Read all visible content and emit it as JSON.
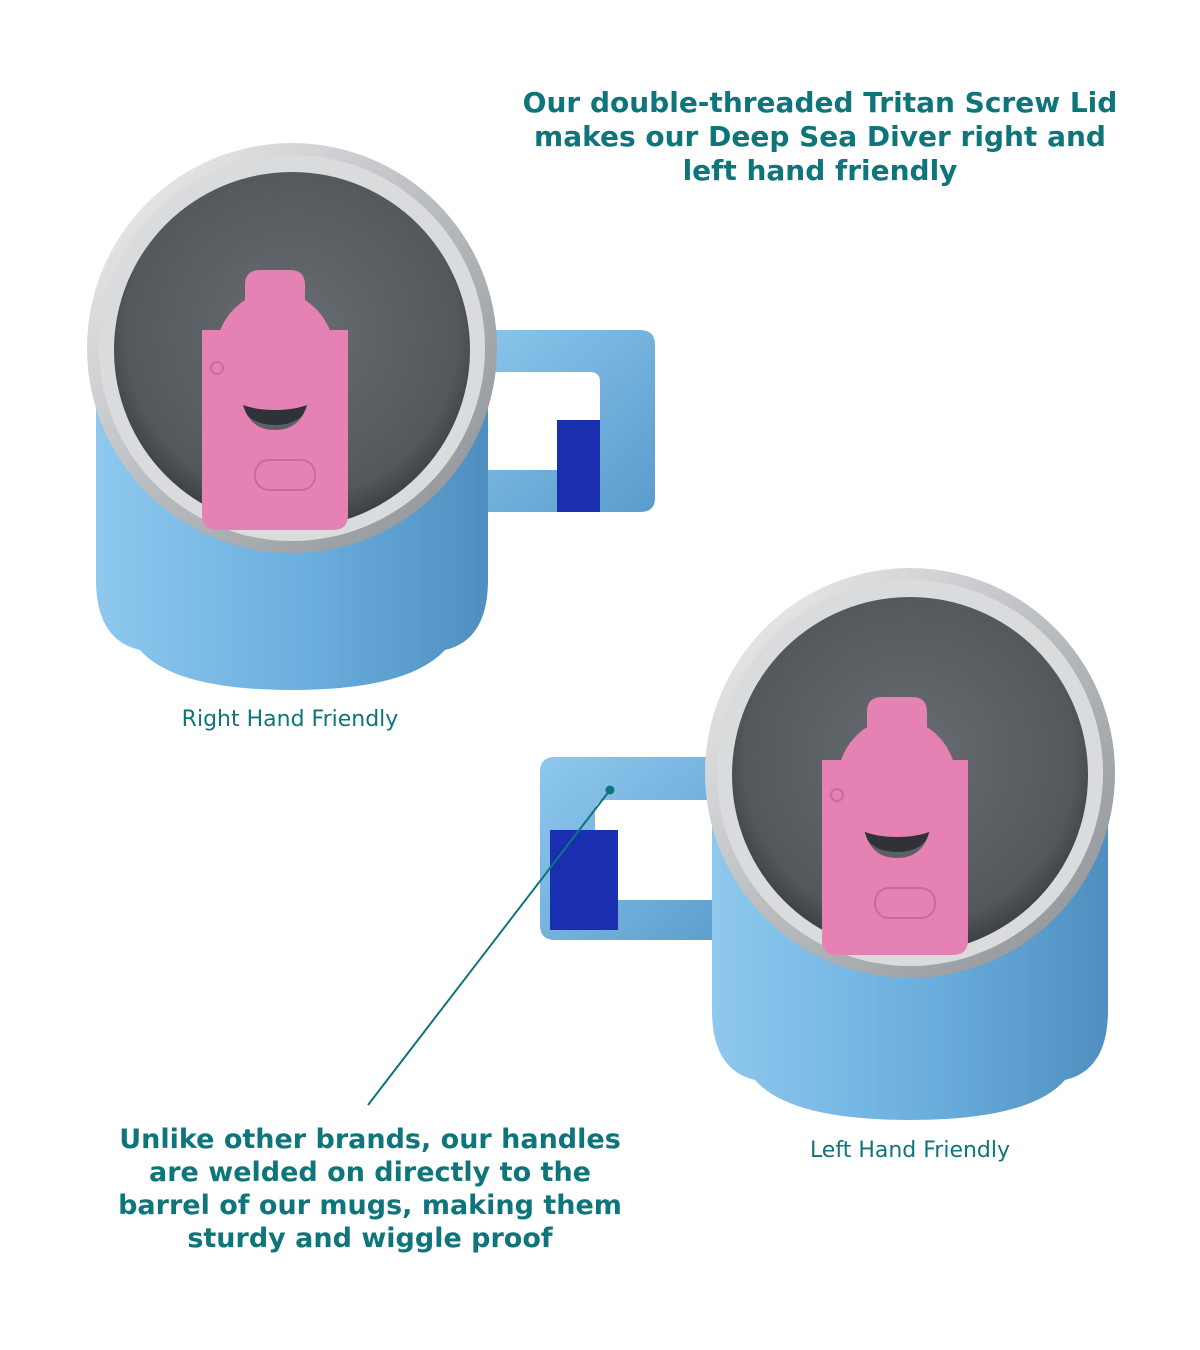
{
  "headline": "Our double-threaded Tritan Screw Lid makes our Deep Sea Diver right and left hand friendly",
  "labels": {
    "right_hand": "Right Hand Friendly",
    "left_hand": "Left Hand Friendly"
  },
  "callout": "Unlike other brands, our handles are welded on directly to the barrel of our mugs, making them sturdy and wiggle proof",
  "colors": {
    "text": "#0e757a",
    "mug_body": "#6aaedd",
    "handle_inner": "#1a2fb0",
    "slider": "#e681b4",
    "lid": "#5a5f64"
  }
}
